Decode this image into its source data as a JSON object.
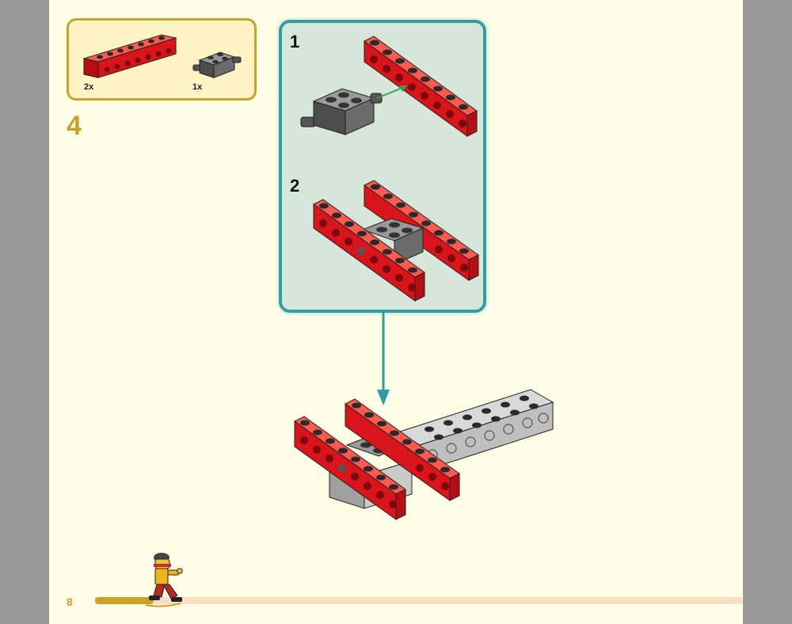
{
  "step": {
    "number": "4"
  },
  "parts": [
    {
      "quantity": "2x",
      "color": "#d9141a",
      "kind": "red-beam"
    },
    {
      "quantity": "1x",
      "color": "#6b6b6b",
      "kind": "gray-axle-brick"
    }
  ],
  "substeps": [
    {
      "number": "1"
    },
    {
      "number": "2"
    }
  ],
  "page": {
    "number": "8",
    "progress": 0.09
  },
  "colors": {
    "page_bg": "#fefde6",
    "accent_gold": "#c9a227",
    "teal": "#2e9ea0",
    "sub_bg": "#d7e6da",
    "brick_red": "#d9141a",
    "brick_gray": "#6b6b6b",
    "light_gray": "#bfbfbf"
  }
}
